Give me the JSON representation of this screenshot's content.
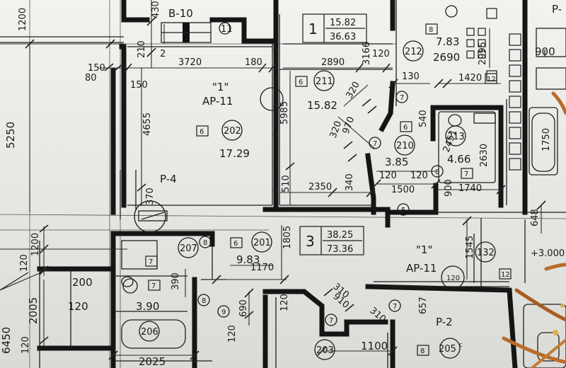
{
  "labels": {
    "b10": "B-10",
    "n11": "11",
    "n2": "2",
    "d3720": "3720",
    "d180": "180",
    "d2890": "2890",
    "d3166": "3166",
    "d120a": "120",
    "d1200": "1200",
    "d430": "430",
    "d210": "210",
    "d150a": "150",
    "d80": "80",
    "d150b": "150",
    "d5250": "5250",
    "d4655": "4655",
    "d5985": "5985",
    "d510": "510",
    "d2350": "2350",
    "d340": "340",
    "d370": "370",
    "d1200b": "1200",
    "d1805": "1805",
    "d1170": "1170",
    "d120b": "120",
    "d200": "200",
    "d120c": "120",
    "d2005": "2005",
    "d390": "390",
    "d690": "690",
    "d120d": "120",
    "d120e": "120",
    "d2025": "2025",
    "d6450": "6450",
    "d120f": "120",
    "d1100": "1100",
    "d310": "310",
    "d910": "910",
    "d310b": "310",
    "d657": "657",
    "d1545": "1545",
    "d900": "900",
    "d2995": "2995",
    "d1420": "1420",
    "d130": "130",
    "d320": "320",
    "d320b": "320",
    "d970": "970",
    "d540": "540",
    "d1500": "1500",
    "d120g": "120",
    "d120h": "120",
    "d1740": "1740",
    "d900b": "900",
    "d2630": "2630",
    "d1750": "1750",
    "d648": "648",
    "d2451": "2451",
    "q1": "\"1\"",
    "ap11": "AP-11",
    "q1b": "\"1\"",
    "ap11b": "AP-11",
    "p4": "P-4",
    "p2": "P-2",
    "p_top": "P-",
    "plus3000": "+3.000",
    "area1782": "17.29",
    "area1582": "15.82",
    "area385": "3.85",
    "area466": "4.66",
    "area983": "9.83",
    "area390": "3.90",
    "area783": "7.83",
    "area2690": "2690",
    "box1_num": "1",
    "box1_top": "15.82",
    "box1_bot": "36.63",
    "box3_num": "3",
    "box3_top": "38.25",
    "box3_bot": "73.36",
    "r202": "202",
    "r211": "211",
    "r210": "210",
    "r212": "212",
    "r213": "213",
    "r201": "201",
    "r207": "207",
    "r206": "206",
    "r203": "203",
    "r205": "205",
    "r205s": "c",
    "r132": "132",
    "c5": "5",
    "c7a": "7",
    "c7b": "7",
    "c7c": "7",
    "c7d": "7",
    "c8a": "8",
    "c8b": "8",
    "c8c": "8",
    "c9": "9",
    "c120": "120",
    "s6a": "6",
    "s6b": "6",
    "s6c": "6",
    "s6d": "6",
    "s7a": "7",
    "s7b": "7",
    "s7c": "7",
    "s8a": "8",
    "s8b": "8",
    "s12": "12",
    "s12b": "12",
    "s2": "2"
  }
}
